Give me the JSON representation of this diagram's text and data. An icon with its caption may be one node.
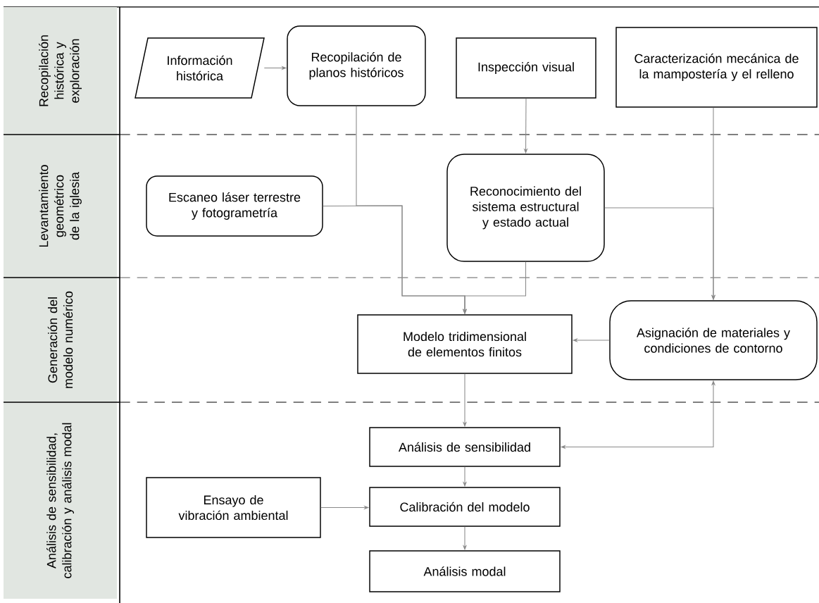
{
  "diagram": {
    "nodes": [
      {
        "text": [
          "Recopilación histórica y exploración"
        ]
      },
      {
        "text": [
          "Levantamiento geométrico de la iglesia"
        ]
      },
      {
        "text": [
          "Generación del modelo numérico"
        ]
      },
      {
        "text": [
          "Análisis de sensibilidad, calibración y análisis modal"
        ]
      },
      {
        "text": [
          "Información histórica"
        ]
      },
      {
        "text": [
          "Recopilación de planos históricos"
        ]
      },
      {
        "text": [
          "Inspección visual"
        ]
      },
      {
        "text": [
          "Caracterización mecánica de la mampostería y el relleno"
        ]
      },
      {
        "text": [
          "Escaneo láser terrestre y fotogrametría"
        ]
      },
      {
        "text": [
          "Reconocimiento del sistema estructural y estado actual"
        ]
      },
      {
        "text": [
          "Modelo tridimensional de elementos finitos"
        ]
      },
      {
        "text": [
          "Asignación de materiales y condiciones de contorno"
        ]
      },
      {
        "text": [
          "Análisis de sensibilidad"
        ]
      },
      {
        "text": [
          "Ensayo de vibración ambiental"
        ]
      },
      {
        "text": [
          "Calibración del modelo"
        ]
      },
      {
        "text": [
          "Análisis modal"
        ]
      }
    ],
    "edges": [
      {
        "from": 4,
        "to": 5,
        "arrow": "to"
      },
      {
        "from": 5,
        "to": 10,
        "arrow": "to"
      },
      {
        "from": 8,
        "to": 10,
        "arrow": "to"
      },
      {
        "from": 9,
        "to": 10,
        "arrow": "to"
      },
      {
        "from": 6,
        "to": 9,
        "arrow": "to"
      },
      {
        "from": 7,
        "to": 11,
        "arrow": "to"
      },
      {
        "from": 9,
        "to": 11,
        "arrow": "to"
      },
      {
        "from": 11,
        "to": 10,
        "arrow": "to"
      },
      {
        "from": 10,
        "to": 12,
        "arrow": "to"
      },
      {
        "from": 12,
        "to": 11,
        "arrow": "both"
      },
      {
        "from": 13,
        "to": 14,
        "arrow": "to"
      },
      {
        "from": 12,
        "to": 14,
        "arrow": "to"
      },
      {
        "from": 14,
        "to": 15,
        "arrow": "to"
      }
    ]
  }
}
